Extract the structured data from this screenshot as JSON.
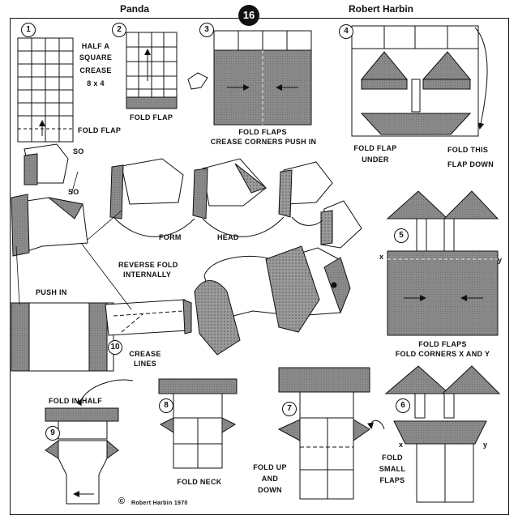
{
  "header": {
    "title": "Panda",
    "page_number": "16",
    "author": "Robert Harbin"
  },
  "steps": {
    "s1": {
      "num": "1",
      "text_line1": "HALF A",
      "text_line2": "SQUARE",
      "text_line3": "CREASE",
      "text_line4": "8 x 4",
      "fold": "FOLD FLAP"
    },
    "s2": {
      "num": "2",
      "fold": "FOLD FLAP"
    },
    "s3": {
      "num": "3",
      "line1": "FOLD   FLAPS",
      "line2": "CREASE CORNERS PUSH IN"
    },
    "s4": {
      "num": "4",
      "under1": "FOLD FLAP",
      "under2": "UNDER",
      "down1": "FOLD   THIS",
      "down2": "FLAP DOWN"
    },
    "s5": {
      "num": "5",
      "line1": "FOLD FLAPS",
      "line2": "FOLD CORNERS X AND Y",
      "x": "x",
      "y": "y"
    },
    "s6": {
      "num": "6",
      "line1": "FOLD",
      "line2": "SMALL",
      "line3": "FLAPS",
      "x": "x",
      "y": "y"
    },
    "s7": {
      "num": "7",
      "line1": "FOLD UP",
      "line2": "AND",
      "line3": "DOWN"
    },
    "s8": {
      "num": "8",
      "text": "FOLD NECK"
    },
    "s9": {
      "num": "9",
      "text": "FOLD IN HALF"
    },
    "s10": {
      "num": "10",
      "line1": "CREASE",
      "line2": "LINES"
    }
  },
  "annotations": {
    "so1": "SO",
    "so2": "SO",
    "form": "FORM",
    "head": "HEAD",
    "reverse1": "REVERSE FOLD",
    "reverse2": "INTERNALLY",
    "push_in": "PUSH IN"
  },
  "copyright": {
    "symbol": "©",
    "text": "Robert Harbin 1970"
  }
}
